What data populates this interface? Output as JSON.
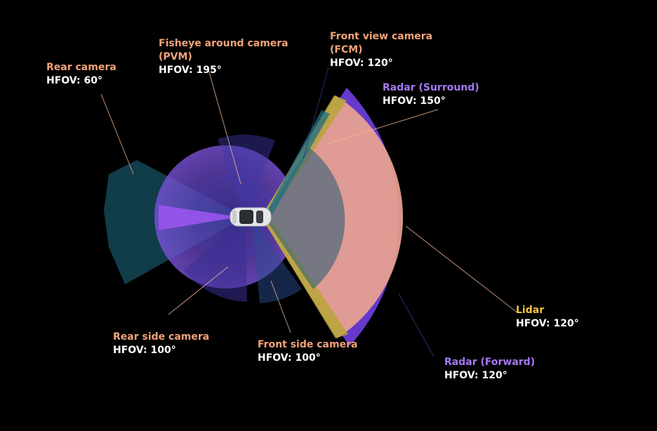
{
  "colors": {
    "background": "#000000",
    "camera_label": "#f3a37a",
    "radar_label": "#a679f2",
    "lidar_label": "#f5c642",
    "value_text": "#ffffff",
    "radar_fill": "#6a3cd6",
    "lidar_fill": "#e8a38f",
    "lidar_edge": "#b9a63a",
    "camera_fill": "#1f5a73",
    "rear_camera_fill": "#123f4e",
    "fisheye_fill": "#6b47c8",
    "side_camera_fill": "#4a3aa0",
    "leader_line": "#f0b894"
  },
  "icons": {
    "vehicle": "car-top-view-icon"
  },
  "sensors": {
    "rear_camera": {
      "name": "Rear camera",
      "hfov": "HFOV: 60°"
    },
    "fisheye": {
      "name_line1": "Fisheye around camera",
      "name_line2": "(PVM)",
      "hfov": "HFOV: 195°"
    },
    "front_view": {
      "name_line1": "Front view camera",
      "name_line2": "(FCM)",
      "hfov": "HFOV: 120°"
    },
    "radar_surround": {
      "name": "Radar (Surround)",
      "hfov": "HFOV: 150°"
    },
    "lidar": {
      "name": "Lidar",
      "hfov": "HFOV: 120°"
    },
    "radar_forward": {
      "name": "Radar (Forward)",
      "hfov": "HFOV: 120°"
    },
    "rear_side": {
      "name": "Rear side camera",
      "hfov": "HFOV: 100°"
    },
    "front_side": {
      "name": "Front side camera",
      "hfov": "HFOV: 100°"
    }
  }
}
